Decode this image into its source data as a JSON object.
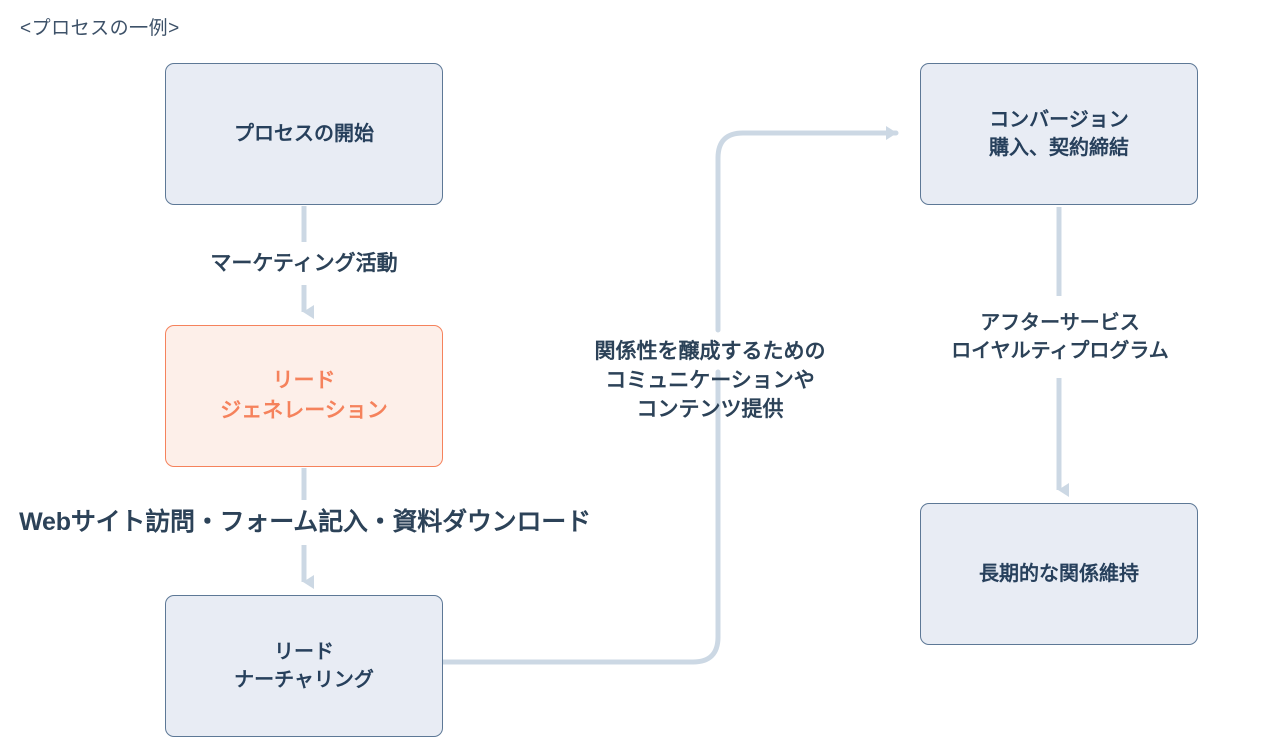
{
  "diagram": {
    "title": "<プロセスの一例>",
    "colors": {
      "node_blue_fill": "#e8ecf4",
      "node_blue_border": "#5d7896",
      "node_blue_text": "#27405c",
      "node_orange_fill": "#fdefe9",
      "node_orange_border": "#f5825c",
      "node_orange_text": "#f5825c",
      "connector": "#ccd8e4",
      "label_text": "#2c4258",
      "background": "#ffffff"
    },
    "nodes": [
      {
        "id": "start",
        "label": "プロセスの開始",
        "style": "blue"
      },
      {
        "id": "leadgen",
        "label": "リード\nジェネレーション",
        "style": "orange"
      },
      {
        "id": "nurture",
        "label": "リード\nナーチャリング",
        "style": "blue"
      },
      {
        "id": "conversion",
        "label": "コンバージョン\n購入、契約締結",
        "style": "blue"
      },
      {
        "id": "longterm",
        "label": "長期的な関係維持",
        "style": "blue"
      }
    ],
    "edge_labels": [
      {
        "id": "marketing",
        "text": "マーケティング活動",
        "from": "start",
        "to": "leadgen"
      },
      {
        "id": "website",
        "text": "Webサイト訪問・フォーム記入・資料ダウンロード",
        "from": "leadgen",
        "to": "nurture"
      },
      {
        "id": "relationship",
        "text": "関係性を醸成するための\nコミュニケーションや\nコンテンツ提供",
        "from": "nurture",
        "to": "conversion"
      },
      {
        "id": "afterservice",
        "text": "アフターサービス\nロイヤルティプログラム",
        "from": "conversion",
        "to": "longterm"
      }
    ]
  }
}
